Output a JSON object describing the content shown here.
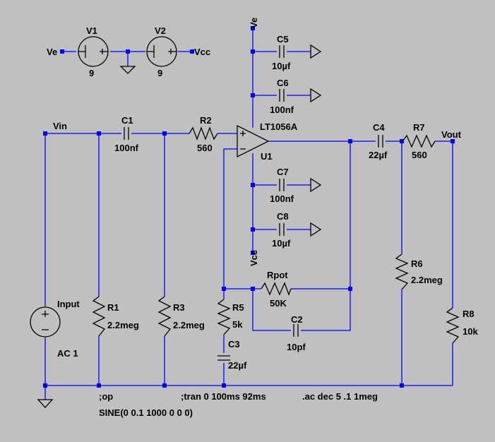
{
  "labels": {
    "v1": "V1",
    "v1_value": "9",
    "v2": "V2",
    "v2_value": "9",
    "ve_left": "Ve",
    "vcc_right": "Vcc",
    "ve_top": "Ve",
    "vcc_bottom": "Vcc",
    "vin": "Vin",
    "vout": "Vout",
    "c1": "C1",
    "c1_value": "100nf",
    "r2": "R2",
    "r2_value": "560",
    "opamp": "LT1056A",
    "u1": "U1",
    "c5": "C5",
    "c5_value": "10µf",
    "c6": "C6",
    "c6_value": "100nf",
    "c7": "C7",
    "c7_value": "100nf",
    "c8": "C8",
    "c8_value": "10µf",
    "c4": "C4",
    "c4_value": "22µf",
    "r7": "R7",
    "r7_value": "560",
    "r6": "R6",
    "r6_value": "2.2meg",
    "r8": "R8",
    "r8_value": "10k",
    "rpot": "Rpot",
    "rpot_value": "50K",
    "c2": "C2",
    "c2_value": "10pf",
    "r5": "R5",
    "r5_value": "5k",
    "c3": "C3",
    "c3_value": "22µf",
    "r1": "R1",
    "r1_value": "2.2meg",
    "r3": "R3",
    "r3_value": "2.2meg",
    "input": "Input",
    "input_value": "AC 1",
    "op_directive": ";op",
    "tran_directive": ";tran 0 100ms 92ms",
    "ac_directive": ".ac dec 5 .1 1meg",
    "sine": "SINE(0 0.1 1000 0 0 0)"
  }
}
